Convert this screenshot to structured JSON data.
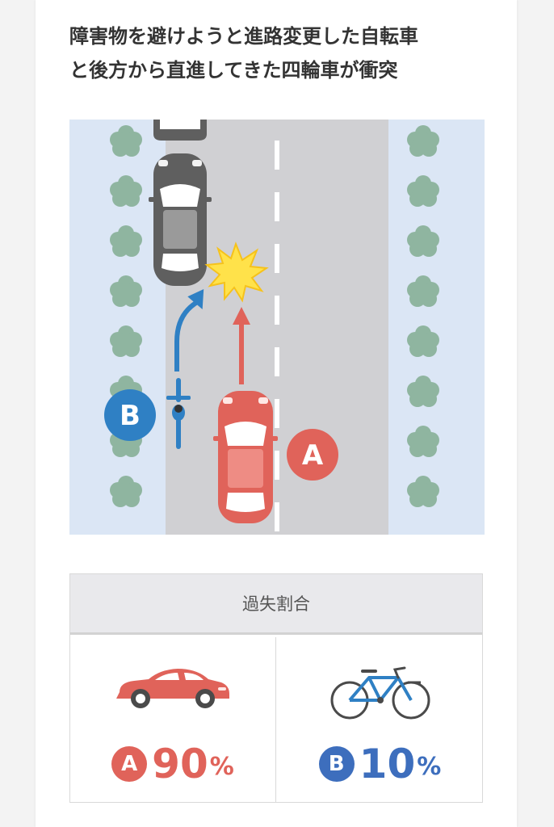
{
  "article": {
    "title_line1": "障害物を避けようと進路変更した自転車",
    "title_line2": "と後方から直進してきた四輪車が衝突"
  },
  "diagram": {
    "label_a": "A",
    "label_b": "B",
    "icons": [
      "car-icon",
      "bicycle-icon",
      "collision-icon",
      "tree-icon",
      "arrow-icon"
    ]
  },
  "fault_table": {
    "header": "過失割合",
    "party_a": {
      "badge": "A",
      "value": "90",
      "unit": "%",
      "vehicle": "car-icon"
    },
    "party_b": {
      "badge": "B",
      "value": "10",
      "unit": "%",
      "vehicle": "bicycle-icon"
    }
  },
  "colors": {
    "party_a": "#e0635a",
    "party_b": "#2f80c4",
    "party_b_text": "#3d6ebd",
    "sidewalk": "#dbe6f5",
    "road": "#d0d0d3",
    "tree": "#8fb5a0",
    "other_car": "#5f5f5f",
    "collision": "#ffe24a"
  }
}
